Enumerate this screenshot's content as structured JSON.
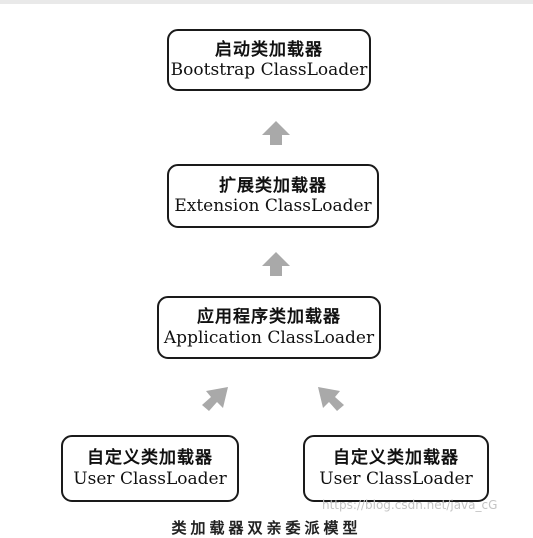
{
  "boxes": {
    "bootstrap": {
      "zh": "启动类加载器",
      "en": "Bootstrap ClassLoader"
    },
    "extension": {
      "zh": "扩展类加载器",
      "en": "Extension ClassLoader"
    },
    "application": {
      "zh": "应用程序类加载器",
      "en": "Application ClassLoader"
    },
    "user_left": {
      "zh": "自定义类加载器",
      "en": "User ClassLoader"
    },
    "user_right": {
      "zh": "自定义类加载器",
      "en": "User ClassLoader"
    }
  },
  "arrow_color": "#a9a9a9",
  "watermark": "https://blog.csdn.net/java_cG",
  "caption": "类加载器双亲委派模型"
}
